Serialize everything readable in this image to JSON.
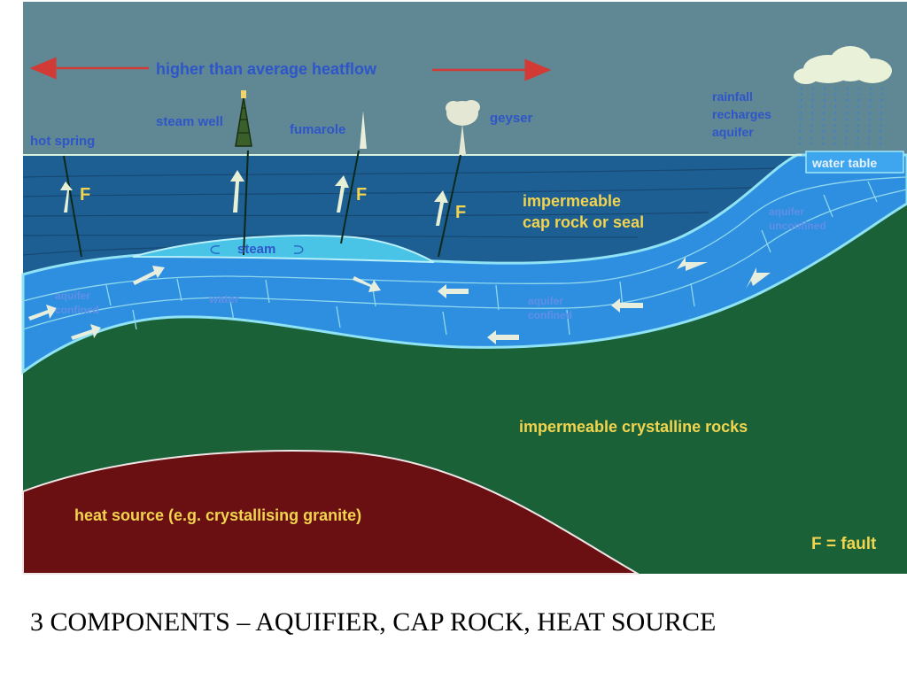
{
  "diagram": {
    "heatflow_label": "higher than average heatflow",
    "steam_well_label": "steam well",
    "fumarole_label": "fumarole",
    "geyser_label": "geyser",
    "hot_spring_label": "hot spring",
    "rainfall_lines": [
      "rainfall",
      "recharges",
      "aquifer"
    ],
    "water_table_label": "water table",
    "fault_marker": "F",
    "cap_rock_lines": [
      "impermeable",
      "cap rock or seal"
    ],
    "steam_label": "steam",
    "water_label": "water",
    "aquifer_confined_lines": [
      "aquifer",
      "confined"
    ],
    "aquifer_unconfined_lines": [
      "aquifer",
      "unconfined"
    ],
    "crystalline_label": "impermeable crystalline rocks",
    "heat_source_label": "heat source (e.g. crystallising granite)",
    "fault_legend": "F = fault",
    "colors": {
      "sky": "#5f8794",
      "cap_rock": "#1d5e93",
      "aquifer": "#2e8fe0",
      "aquifer_edge": "#8fe3f5",
      "steam_pocket": "#49c3e6",
      "crystalline": "#1a6138",
      "heat_source": "#6a0f12",
      "heatflow_arrow": "#d23a36",
      "label_blue": "#2f56c8",
      "label_yellow": "#f2d44e"
    }
  },
  "caption": "3 COMPONENTS – AQUIFIER, CAP ROCK, HEAT SOURCE"
}
